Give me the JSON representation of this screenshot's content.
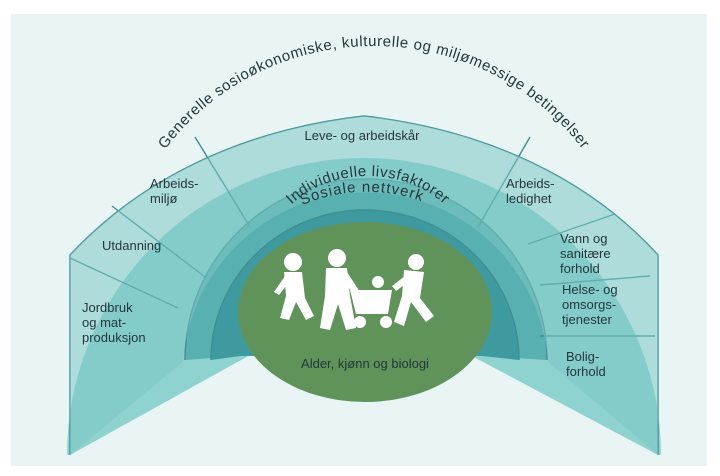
{
  "diagram": {
    "outer_arc_text": "Generelle sosioøkonomiske, kulturelle og miljømessige betingelser",
    "network_arc_text": "Sosiale nettverk",
    "individual_arc_text": "Individuelle livsfaktorer",
    "center_label": "Alder, kjønn og biologi",
    "left_segments": [
      [
        "Jordbruk",
        "og mat-",
        "produksjon"
      ],
      [
        "Utdanning"
      ],
      [
        "Arbeids-",
        "miljø"
      ]
    ],
    "top_segment": [
      "Leve- og arbeidskår"
    ],
    "right_segments": [
      [
        "Arbeids-",
        "ledighet"
      ],
      [
        "Vann og",
        "sanitære",
        "forhold"
      ],
      [
        "Helse- og",
        "omsorgs-",
        "tjenester"
      ],
      [
        "Bolig-",
        "forhold"
      ]
    ],
    "colors": {
      "background_panel": "#e8f5f4",
      "outer_ring": "#8fd3d1",
      "conditions_ring": "#7cc6c4",
      "network_ring": "#59b0b0",
      "individual_ring": "#3f9aa0",
      "center": "#5f9359",
      "lines": "#3f8f92",
      "figures": "#ffffff"
    }
  }
}
